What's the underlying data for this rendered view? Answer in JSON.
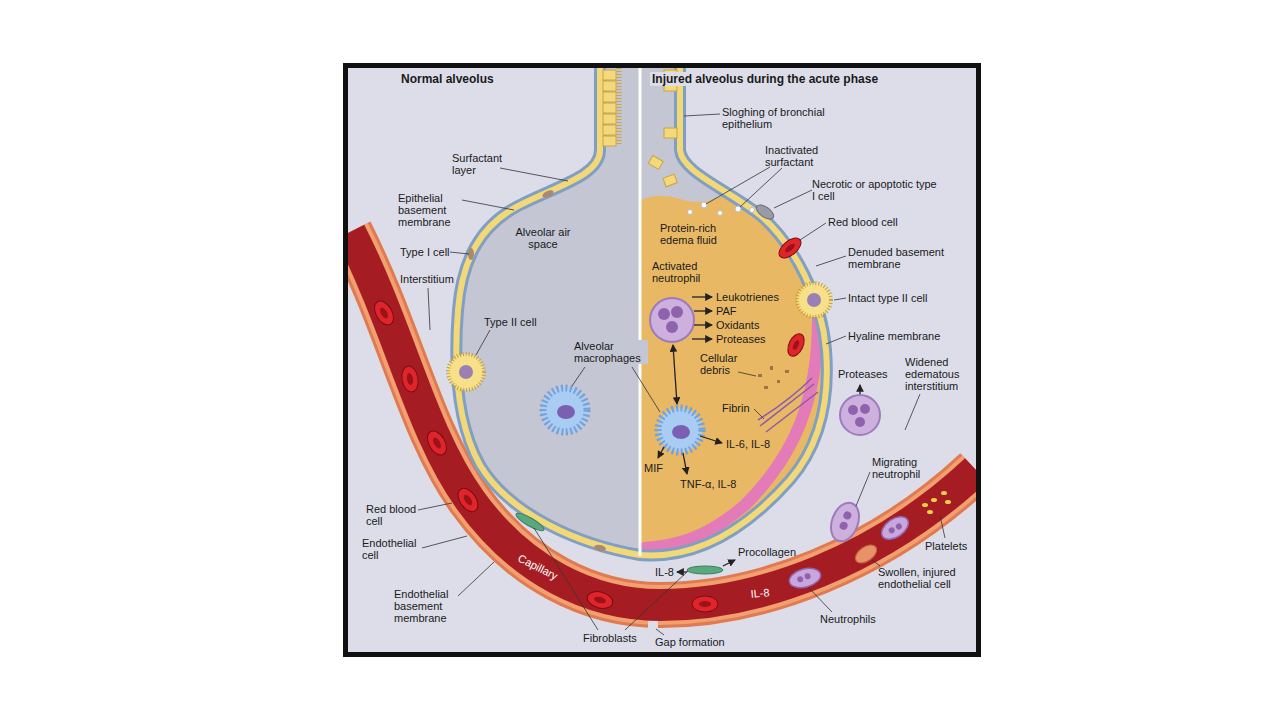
{
  "diagram": {
    "labels": [
      "Normal alveolus",
      "Surfactant layer",
      "Epithelial basement membrane",
      "Type I cell",
      "Interstitium",
      "Type II cell",
      "Alveolar air space",
      "Alveolar macrophages",
      "Red blood cell",
      "Endothelial cell",
      "Endothelial basement membrane",
      "Capillary",
      "Fibroblasts",
      "Injured alveolus during the acute phase",
      "Sloghing of bronchial epithelium",
      "Inactivated surfactant",
      "Necrotic or apoptotic type I cell",
      "Protein-rich edema fluid",
      "Red blood cell",
      "Denuded basement membrane",
      "Activated neutrophil",
      "Leukotrienes",
      "PAF",
      "Oxidants",
      "Proteases",
      "Intact type II cell",
      "Hyaline membrane",
      "Cellular debris",
      "Proteases",
      "Widened edematous interstitium",
      "Fibrin",
      "IL-6, IL-8",
      "MIF",
      "TNF-α, IL-8",
      "Migrating neutrophil",
      "Procollagen",
      "IL-8",
      "IL-8",
      "Platelets",
      "Swollen, injured endothelial cell",
      "Neutrophils",
      "Gap formation"
    ]
  }
}
